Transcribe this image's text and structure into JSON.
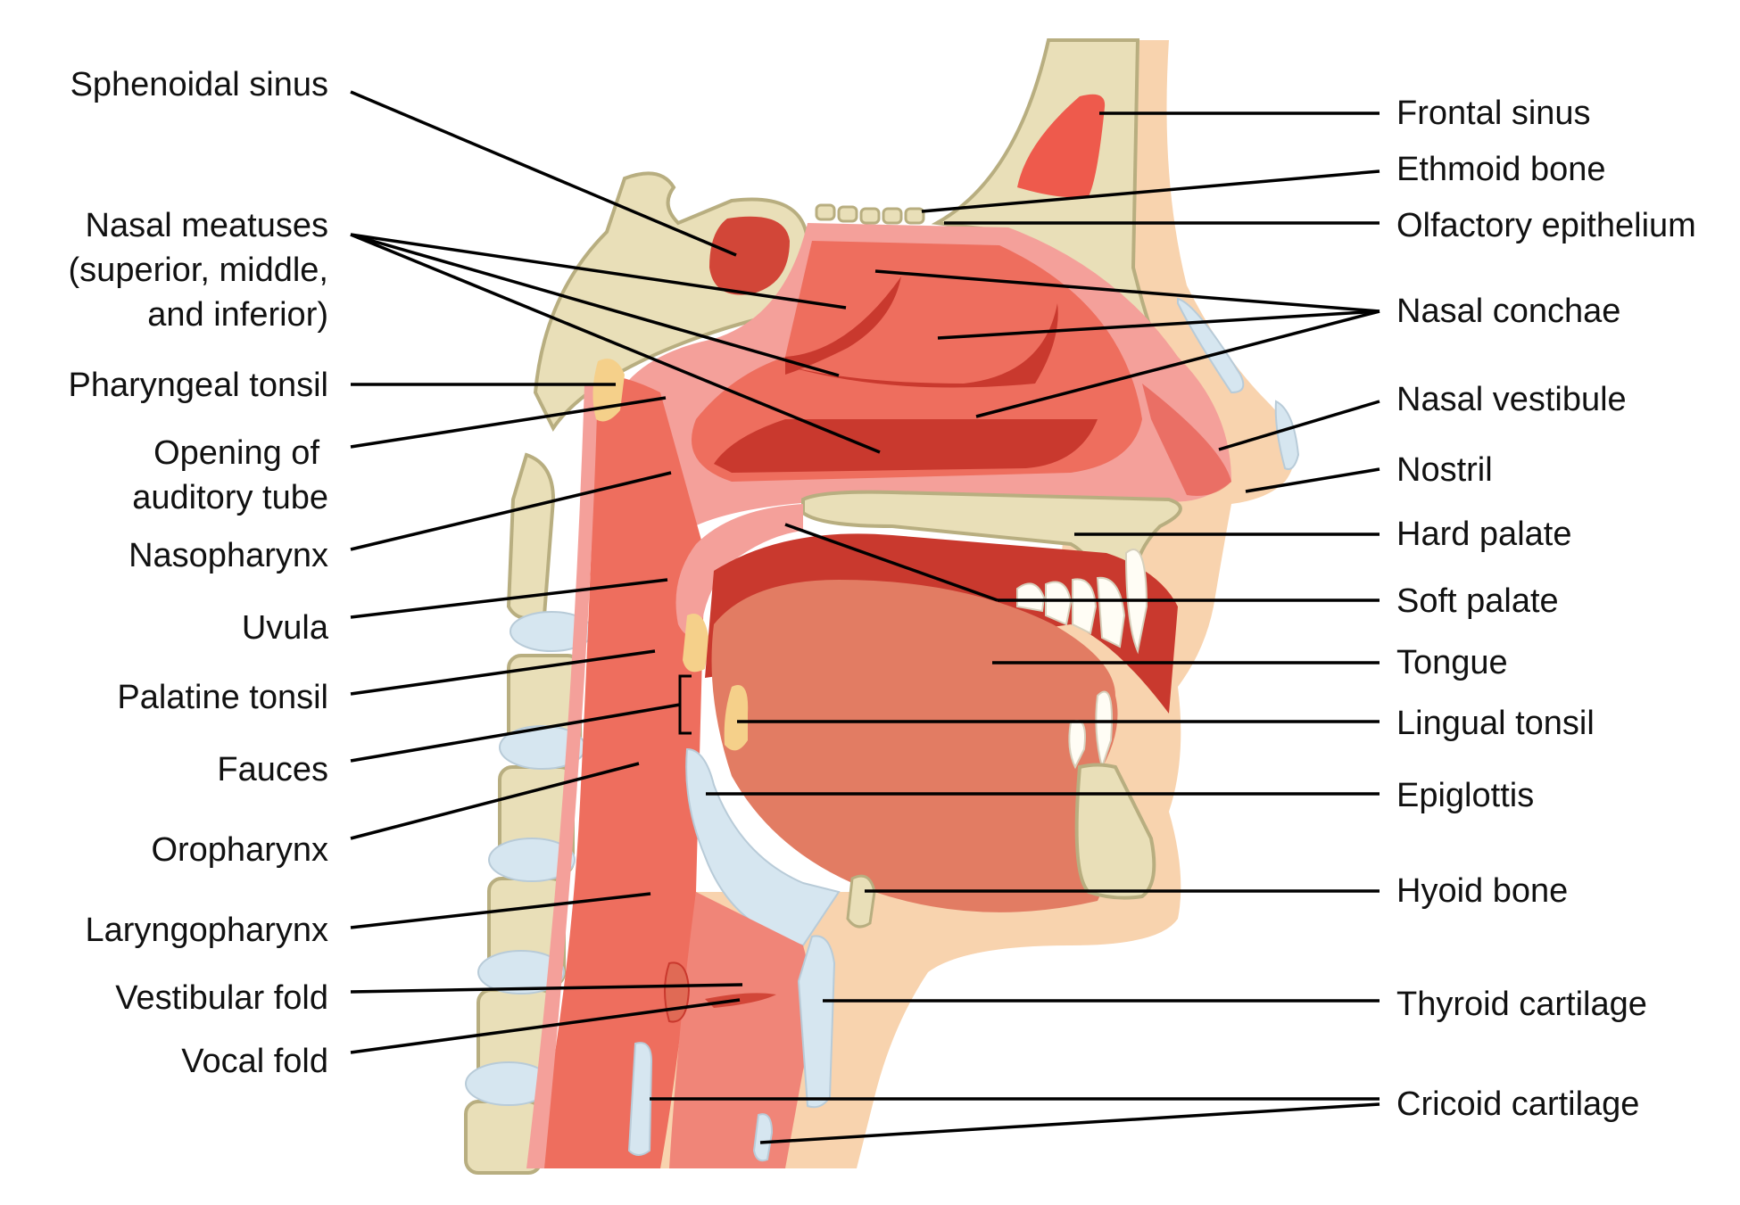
{
  "diagram": {
    "type": "anatomical-illustration",
    "subject": "Sagittal section of the upper respiratory tract",
    "colors": {
      "bone": "#E9DFB8",
      "bone_outline": "#B8AE80",
      "mucosa_light": "#F4A09A",
      "tissue": "#EE6E5E",
      "tissue_dark": "#D24638",
      "cavity_dark": "#C9392E",
      "tongue": "#E27C63",
      "cartilage": "#D6E6F0",
      "skin": "#F8D3AE",
      "tonsil": "#F5D08A",
      "teeth": "#FFFDF5",
      "leader_line": "#000000"
    }
  },
  "labels": {
    "left": [
      {
        "text": "Sphenoidal sinus"
      },
      {
        "text": "Nasal meatuses"
      },
      {
        "text": "(superior, middle,"
      },
      {
        "text": "and inferior)"
      },
      {
        "text": "Pharyngeal tonsil"
      },
      {
        "text": "Opening of"
      },
      {
        "text": "auditory tube"
      },
      {
        "text": "Nasopharynx"
      },
      {
        "text": "Uvula"
      },
      {
        "text": "Palatine tonsil"
      },
      {
        "text": "Fauces"
      },
      {
        "text": "Oropharynx"
      },
      {
        "text": "Laryngopharynx"
      },
      {
        "text": "Vestibular fold"
      },
      {
        "text": "Vocal fold"
      }
    ],
    "right": [
      {
        "text": "Frontal sinus"
      },
      {
        "text": "Ethmoid bone"
      },
      {
        "text": "Olfactory epithelium"
      },
      {
        "text": "Nasal conchae"
      },
      {
        "text": "Nasal vestibule"
      },
      {
        "text": "Nostril"
      },
      {
        "text": "Hard palate"
      },
      {
        "text": "Soft palate"
      },
      {
        "text": "Tongue"
      },
      {
        "text": "Lingual tonsil"
      },
      {
        "text": "Epiglottis"
      },
      {
        "text": "Hyoid bone"
      },
      {
        "text": "Thyroid cartilage"
      },
      {
        "text": "Cricoid cartilage"
      }
    ]
  }
}
